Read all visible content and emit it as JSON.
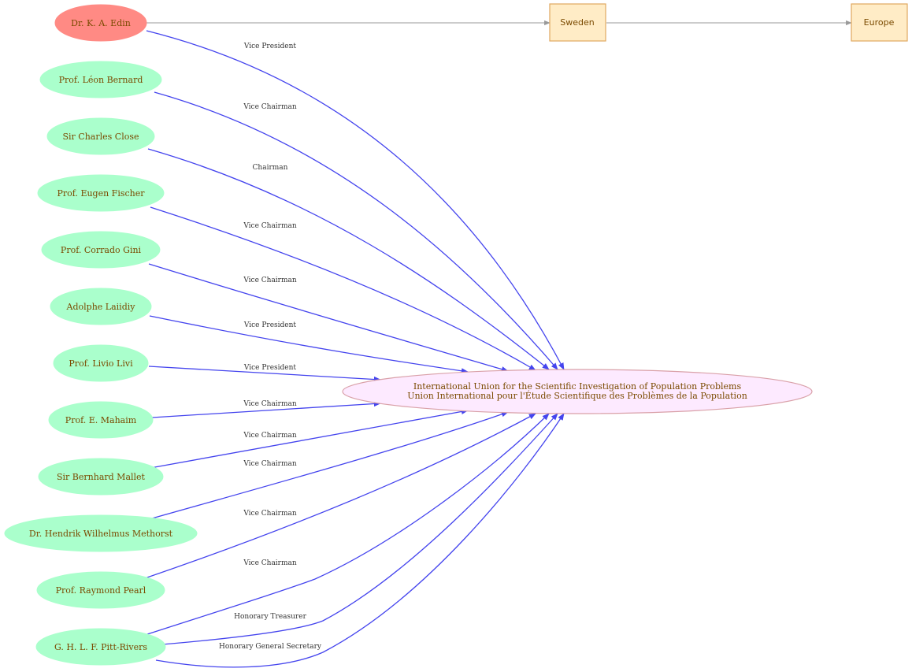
{
  "colors": {
    "person_fill": "#aaffcc",
    "person_stroke": "#aaffcc",
    "highlight_fill": "#ff8a84",
    "highlight_stroke": "#ff8a84",
    "org_fill": "#fdeaff",
    "org_stroke": "#d9a0a8",
    "box_fill": "#ffecc6",
    "box_stroke": "#e0a860",
    "role_edge": "#4444ee",
    "loc_edge": "#999999",
    "text": "#7a4a00"
  },
  "nodes": {
    "edin": "Dr. K. A. Edin",
    "bernard": "Prof. Léon Bernard",
    "close": "Sir Charles Close",
    "fischer": "Prof. Eugen Fischer",
    "gini": "Prof. Corrado Gini",
    "laiidiy": "Adolphe Laiidiy",
    "livi": "Prof. Livio Livi",
    "mahaim": "Prof. E. Mahaim",
    "mallet": "Sir Bernhard Mallet",
    "methorst": "Dr. Hendrik Wilhelmus Methorst",
    "pearl": "Prof. Raymond Pearl",
    "pittrivers": "G. H. L. F. Pitt-Rivers",
    "sweden": "Sweden",
    "europe": "Europe",
    "org_line1": "International Union for the Scientific Investigation of Population Problems",
    "org_line2": "Union International pour l'Étude Scientifique des Problèmes de la Population"
  },
  "edges": [
    {
      "from": "edin",
      "to": "org",
      "label": "Vice President"
    },
    {
      "from": "bernard",
      "to": "org",
      "label": "Vice Chairman"
    },
    {
      "from": "close",
      "to": "org",
      "label": "Chairman"
    },
    {
      "from": "fischer",
      "to": "org",
      "label": "Vice Chairman"
    },
    {
      "from": "gini",
      "to": "org",
      "label": "Vice Chairman"
    },
    {
      "from": "laiidiy",
      "to": "org",
      "label": "Vice President"
    },
    {
      "from": "livi",
      "to": "org",
      "label": "Vice President"
    },
    {
      "from": "mahaim",
      "to": "org",
      "label": "Vice Chairman"
    },
    {
      "from": "mallet",
      "to": "org",
      "label": "Vice Chairman"
    },
    {
      "from": "methorst",
      "to": "org",
      "label": "Vice Chairman"
    },
    {
      "from": "pearl",
      "to": "org",
      "label": "Vice Chairman"
    },
    {
      "from": "pittrivers",
      "to": "org",
      "label": "Vice Chairman"
    },
    {
      "from": "pittrivers",
      "to": "org",
      "label": "Honorary Treasurer"
    },
    {
      "from": "pittrivers",
      "to": "org",
      "label": "Honorary General Secretary"
    },
    {
      "from": "edin",
      "to": "sweden",
      "label": ""
    },
    {
      "from": "sweden",
      "to": "europe",
      "label": ""
    }
  ]
}
